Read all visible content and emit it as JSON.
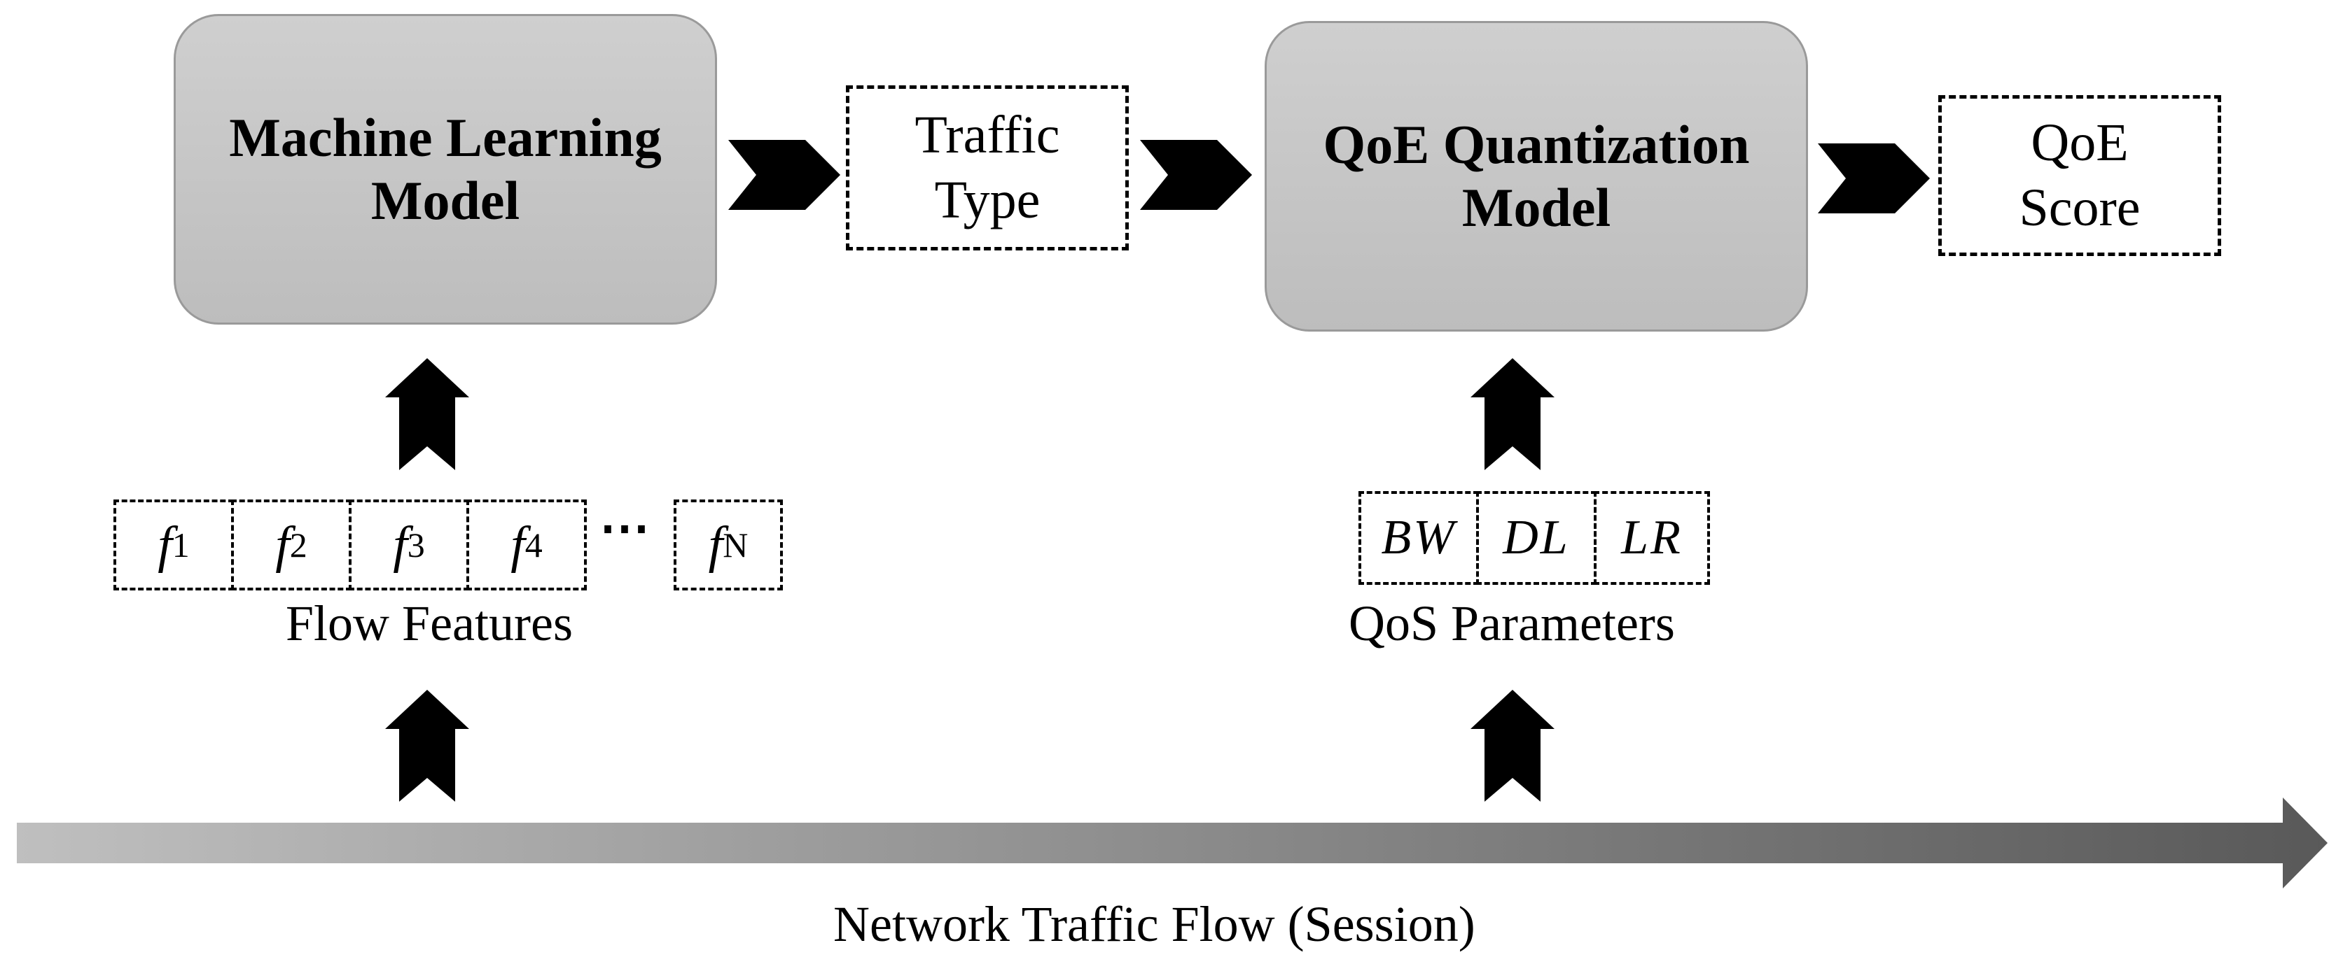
{
  "models": {
    "ml_model": {
      "line1": "Machine Learning",
      "line2": "Model"
    },
    "qoe_model": {
      "line1": "QoE Quantization",
      "line2": "Model"
    }
  },
  "outputs": {
    "traffic_type": {
      "line1": "Traffic",
      "line2": "Type"
    },
    "qoe_score": {
      "line1": "QoE",
      "line2": "Score"
    }
  },
  "flow_features": {
    "items": [
      {
        "symbol": "f",
        "subscript": "1"
      },
      {
        "symbol": "f",
        "subscript": "2"
      },
      {
        "symbol": "f",
        "subscript": "3"
      },
      {
        "symbol": "f",
        "subscript": "4"
      }
    ],
    "ellipsis": "⋯",
    "last": {
      "symbol": "f",
      "subscript": "N"
    },
    "caption": "Flow Features"
  },
  "qos_parameters": {
    "items": [
      "BW",
      "DL",
      "LR"
    ],
    "caption": "QoS Parameters"
  },
  "timeline": {
    "caption": "Network Traffic Flow  (Session)"
  },
  "colors": {
    "model_fill_top": "#cfcfcf",
    "model_fill_bottom": "#bdbdbd",
    "timeline_start": "#bfbfbf",
    "timeline_end": "#595959",
    "arrow": "#000000"
  }
}
